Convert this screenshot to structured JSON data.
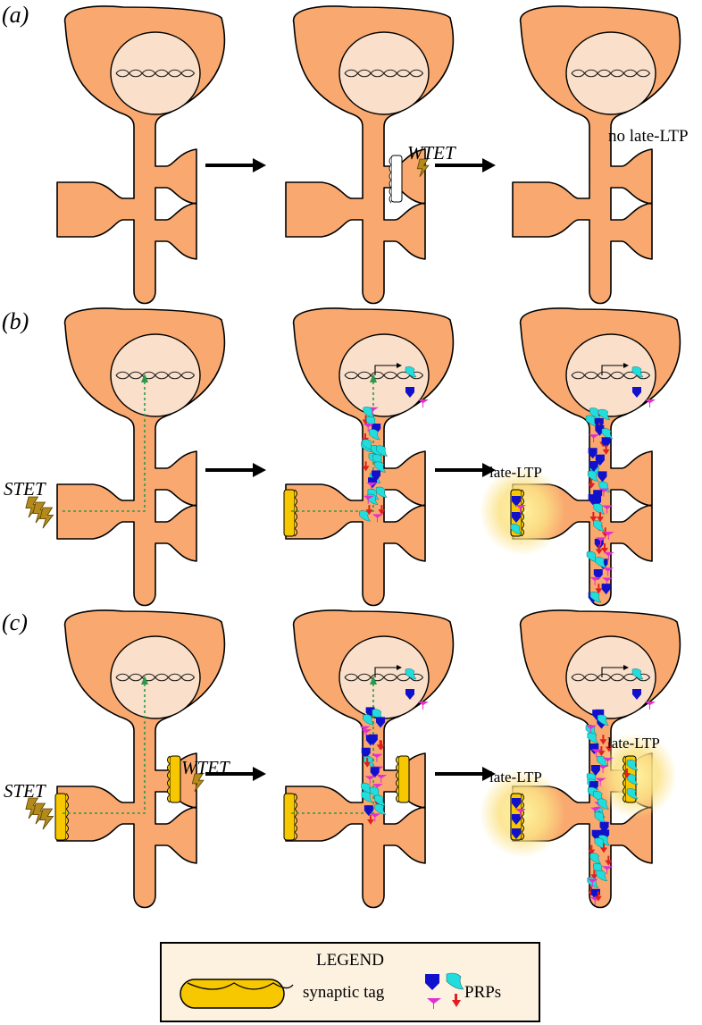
{
  "panels": [
    {
      "label": "(a)"
    },
    {
      "label": "(b)"
    },
    {
      "label": "(c)"
    }
  ],
  "annotations": {
    "wtet": "WTET",
    "stet": "STET",
    "no_late_ltp": "no late-LTP",
    "late_ltp": "late-LTP"
  },
  "legend": {
    "title": "LEGEND",
    "tag_label": "synaptic tag",
    "prp_label": "PRPs"
  },
  "colors": {
    "neuron": "#f9a96f",
    "nucleus": "#fae0cb",
    "tag": "#f7c800",
    "glow": "#fbe286",
    "prp_blue": "#1111cc",
    "prp_cyan": "#22dddd",
    "prp_magenta": "#e030d0",
    "prp_red": "#e02020",
    "lightning": "#b48a1a",
    "pathway": "#2a9a4a"
  }
}
